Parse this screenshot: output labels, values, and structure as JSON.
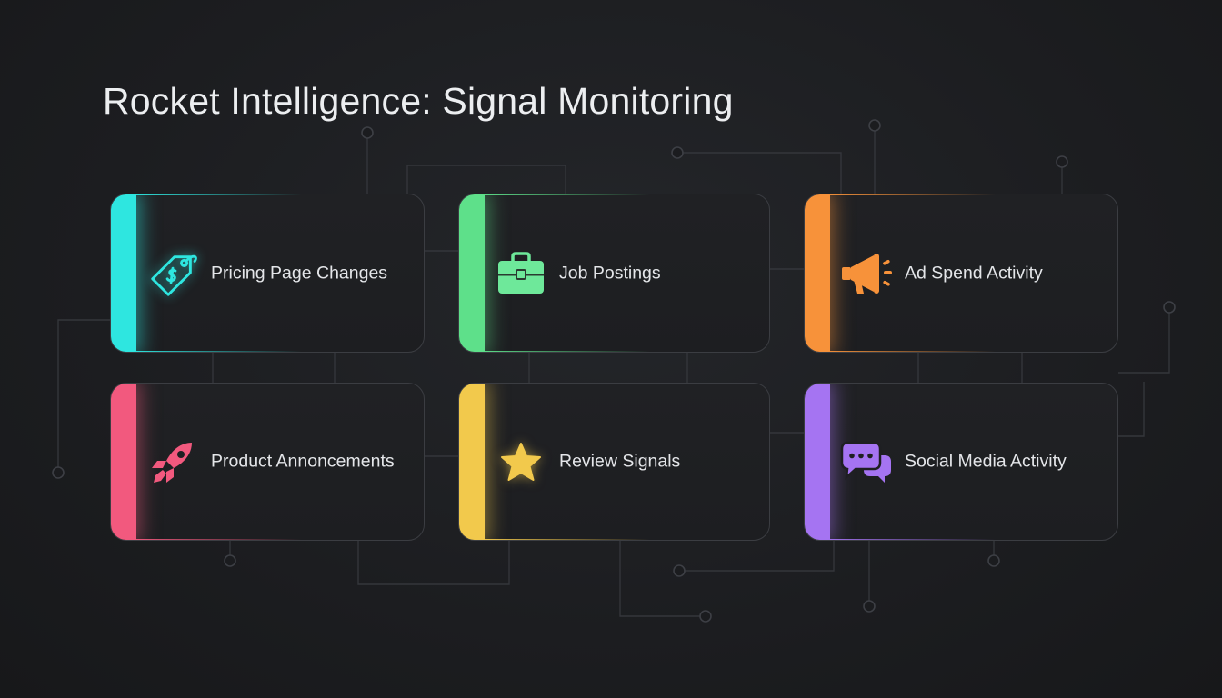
{
  "title": "Rocket Intelligence: Signal Monitoring",
  "cards": [
    {
      "label": "Pricing Page Changes",
      "icon": "price-tag-icon",
      "color": "#2ee6e0"
    },
    {
      "label": "Job Postings",
      "icon": "briefcase-icon",
      "color": "#5ee08a"
    },
    {
      "label": "Ad Spend Activity",
      "icon": "megaphone-icon",
      "color": "#f7923a"
    },
    {
      "label": "Product Annoncements",
      "icon": "rocket-icon",
      "color": "#f2597e"
    },
    {
      "label": "Review Signals",
      "icon": "star-icon",
      "color": "#f2c94c"
    },
    {
      "label": "Social Media Activity",
      "icon": "chat-bubbles-icon",
      "color": "#a574f2"
    }
  ]
}
